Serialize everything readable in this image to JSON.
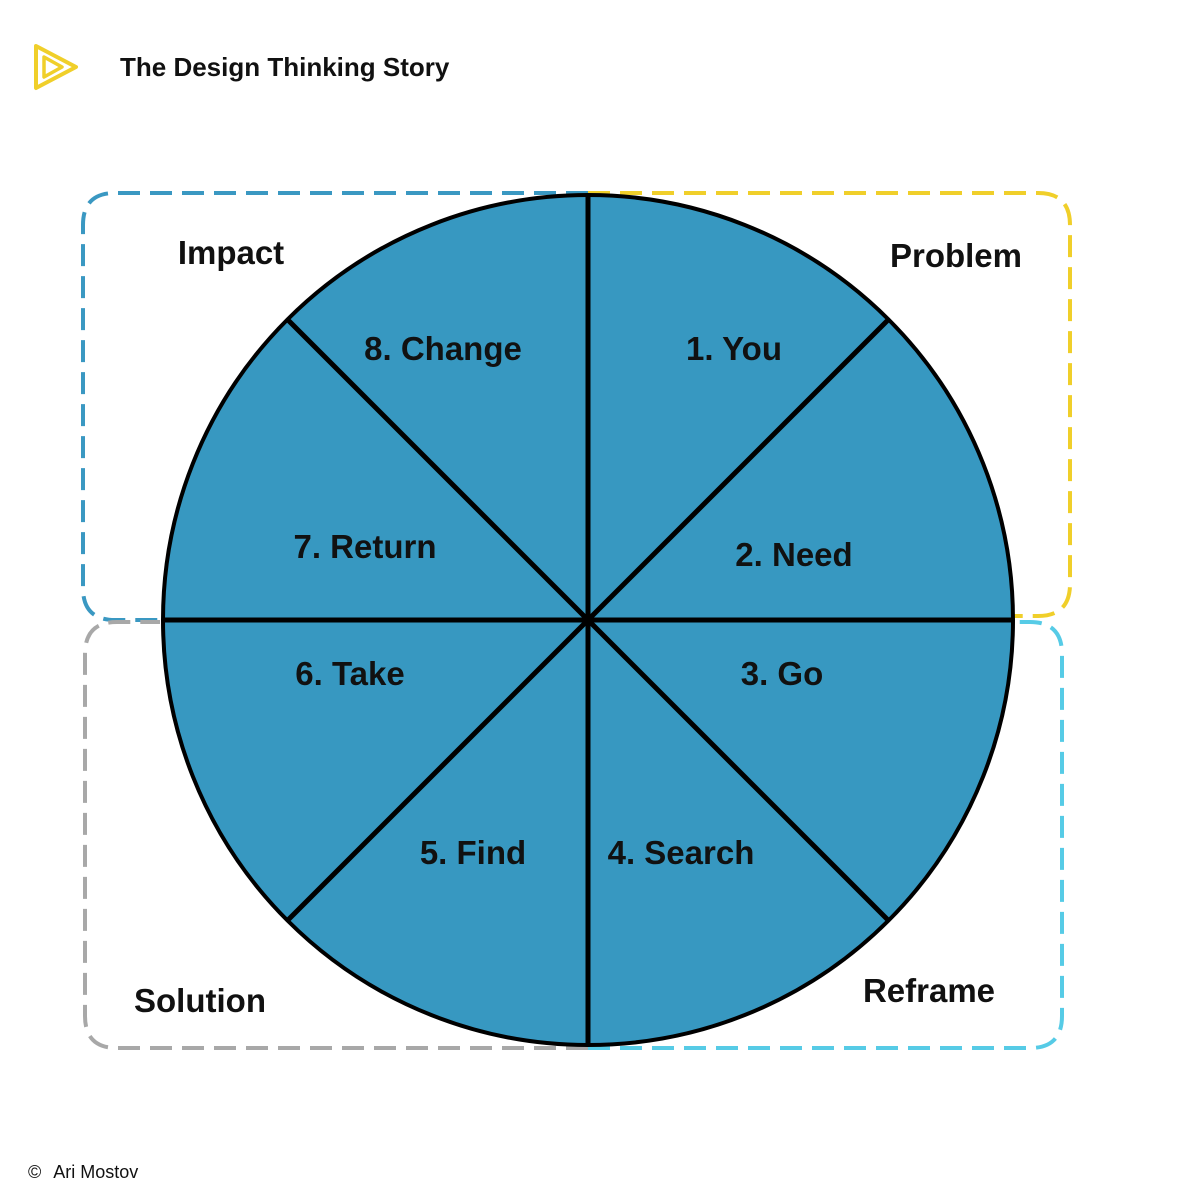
{
  "header": {
    "title": "The Design Thinking Story",
    "logo_icon": "play-triangle-logo-icon"
  },
  "colors": {
    "wheel_fill": "#3798c1",
    "problem": "#f0cf2a",
    "impact": "#3a98c2",
    "solution": "#a8a8a8",
    "reframe": "#56cbe6"
  },
  "quadrants": {
    "impact": "Impact",
    "problem": "Problem",
    "solution": "Solution",
    "reframe": "Reframe"
  },
  "segments": [
    "1. You",
    "2. Need",
    "3. Go",
    "4. Search",
    "5. Find",
    "6. Take",
    "7. Return",
    "8. Change"
  ],
  "footer": {
    "copyright_symbol": "©",
    "author": "Ari Mostov"
  }
}
